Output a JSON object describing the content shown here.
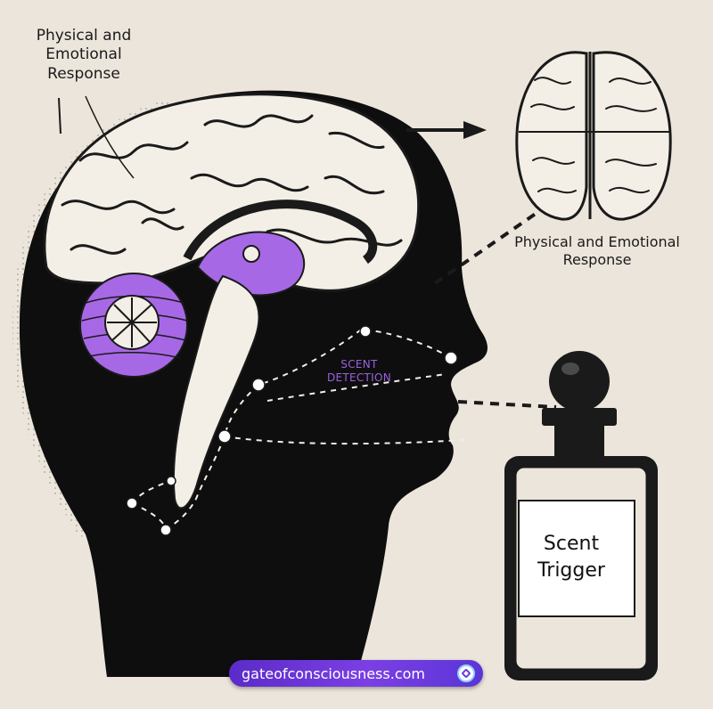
{
  "labels": {
    "top_left": "Physical and Emotional Response",
    "right": "Physical and Emotional Response",
    "scent_detection": "SCENT DETECTION",
    "scent_trigger": "Scent Trigger"
  },
  "badge": {
    "url": "gateofconsciousness.com",
    "icon": "logo-icon"
  },
  "colors": {
    "background": "#ece5db",
    "accent_purple": "#a768e6",
    "badge_purple": "#6a3be0",
    "silhouette": "#0e0e0e",
    "brain": "#f3efe6"
  }
}
